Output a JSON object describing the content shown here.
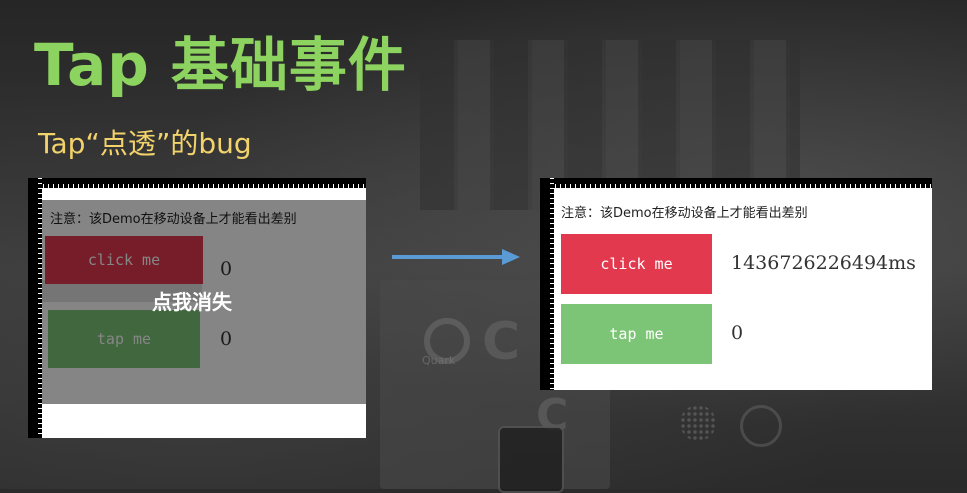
{
  "slide": {
    "title": "Tap 基础事件",
    "subtitle": "Tap“点透”的bug"
  },
  "left_demo": {
    "notice": "注意：该Demo在移动设备上才能看出差别",
    "click_button": "click me",
    "click_value": "0",
    "tap_button": "tap me",
    "tap_value": "0",
    "overlay_text": "点我消失"
  },
  "right_demo": {
    "notice": "注意：该Demo在移动设备上才能看出差别",
    "click_button": "click me",
    "click_value": "1436726226494ms",
    "tap_button": "tap me",
    "tap_value": "0"
  },
  "background": {
    "logo_label": "Quark"
  },
  "colors": {
    "title": "#8dd35f",
    "subtitle": "#f2d36b",
    "click_button": "#e3394f",
    "tap_button": "#7cc576",
    "arrow": "#5b9bd5"
  }
}
